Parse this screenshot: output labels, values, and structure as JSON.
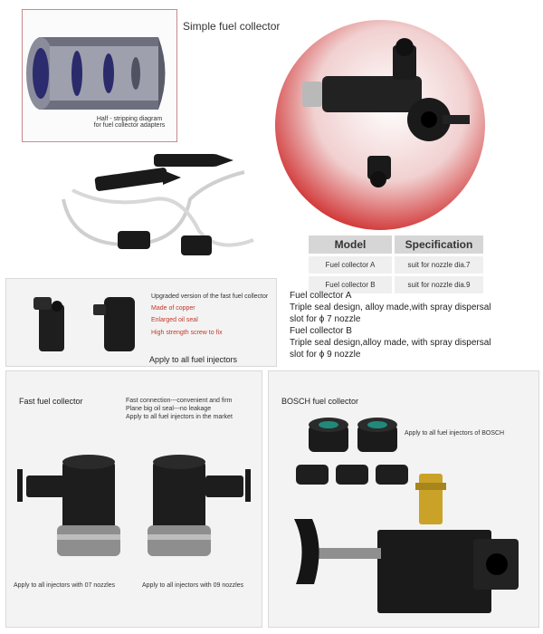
{
  "top": {
    "title": "Simple fuel collector",
    "diagram_caption_line1": "Half - stripping diagram",
    "diagram_caption_line2": "for fuel collector adapters"
  },
  "spec_table": {
    "headers": [
      "Model",
      "Specification"
    ],
    "rows": [
      [
        "Fuel collector A",
        "suit for nozzle dia.7"
      ],
      [
        "Fuel collector B",
        "suit for nozzle dia.9"
      ]
    ]
  },
  "upgraded": {
    "heading": "Upgraded version of the fast fuel collector",
    "features": [
      "Made of copper",
      "Enlarged oil seal",
      "High strength screw to fix"
    ],
    "footer": "Apply to all fuel injectors"
  },
  "description": {
    "lines": [
      "Fuel collector A",
      "Triple seal design, alloy made,with spray dispersal",
      "slot for  ϕ 7 nozzle",
      "Fuel collector B",
      "Triple seal design,alloy made, with spray dispersal",
      "slot for ϕ 9 nozzle"
    ]
  },
  "fast": {
    "title": "Fast fuel collector",
    "notes": [
      "Fast connection---convenient and firm",
      "Plane big oil seal---no leakage",
      "Apply to all fuel injectors in the market"
    ],
    "left_caption": "Apply to all injectors with 07 nozzles",
    "right_caption": "Apply to all injectors with 09 nozzles"
  },
  "bosch": {
    "title": "BOSCH fuel collector",
    "note": "Apply to all fuel injectors of BOSCH"
  },
  "colors": {
    "red_text": "#c0392b",
    "panel_bg": "#f3f3f3",
    "circle_red": "#c62828"
  }
}
